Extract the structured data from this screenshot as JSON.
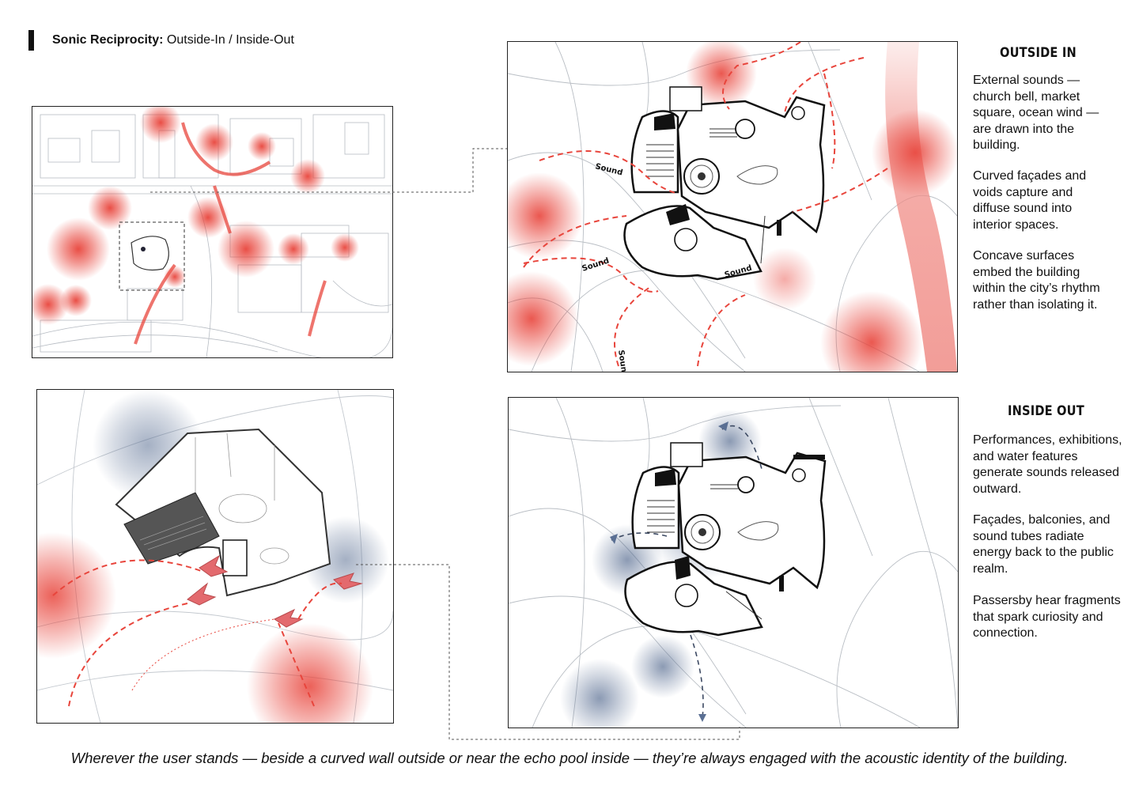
{
  "header": {
    "title_bold": "Sonic Reciprocity:",
    "title_rest": " Outside-In / Inside-Out"
  },
  "outside_in": {
    "heading": "OUTSIDE IN",
    "paragraphs": [
      "External sounds —\nchurch bell, market\nsquare, ocean wind —\nare drawn into the\nbuilding.",
      "Curved façades and\nvoids capture and\ndiffuse sound into\ninterior spaces.",
      "Concave surfaces\nembed the building\nwithin the city’s rhythm\nrather than isolating it."
    ],
    "plan_labels": [
      "Sound",
      "Sound",
      "Sound",
      "Sound"
    ]
  },
  "inside_out": {
    "heading": "INSIDE OUT",
    "paragraphs": [
      "Performances, exhibitions,\nand water features\ngenerate sounds released\n outward.",
      "Façades, balconies, and\nsound tubes radiate\nenergy back to the public\nrealm.",
      "Passersby hear fragments\nthat spark curiosity and\nconnection."
    ]
  },
  "caption": "Wherever the user stands — beside a curved wall outside or near the echo pool inside — they’re always engaged with the acoustic identity of the building.",
  "colors": {
    "outside_accent": "#e8453c",
    "inside_accent": "#5a6f93",
    "linework": "#9aa0a8"
  }
}
